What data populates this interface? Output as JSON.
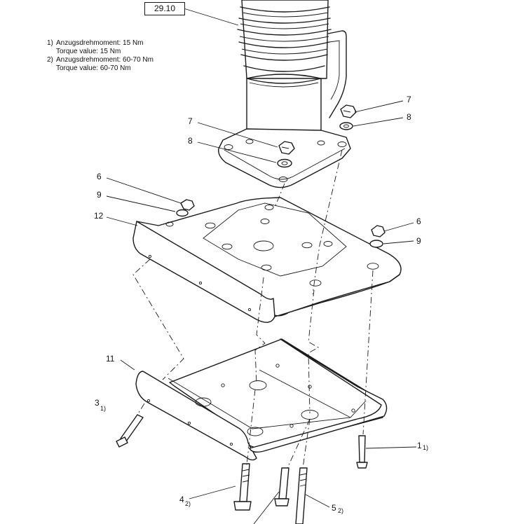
{
  "reference": "29.10",
  "notes": [
    {
      "num": "1)",
      "line1": "Anzugsdrehmoment: 15  Nm",
      "line2": "Torque value: 15 Nm"
    },
    {
      "num": "2)",
      "line1": "Anzugsdrehmoment: 60-70  Nm",
      "line2": "Torque value: 60-70 Nm"
    }
  ],
  "callouts": {
    "c7a": "7",
    "c8a": "8",
    "c7b": "7",
    "c8b": "8",
    "c6a": "6",
    "c9a": "9",
    "c12": "12",
    "c6b": "6",
    "c9b": "9",
    "c11": "11",
    "c3": "3",
    "c3n": "1)",
    "c1": "1",
    "c1n": "1)",
    "c4": "4",
    "c4n": "2)",
    "c5": "5",
    "c5n": "2)"
  }
}
